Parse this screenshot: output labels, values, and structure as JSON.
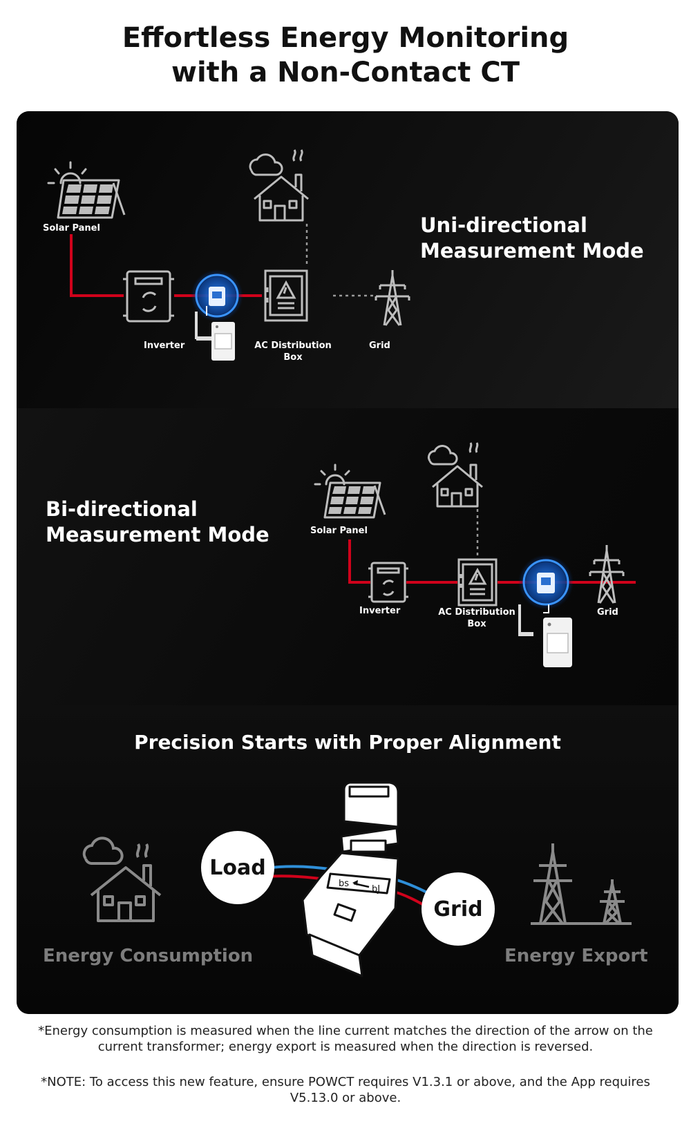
{
  "header": {
    "title_line1": "Effortless Energy Monitoring",
    "title_line2": "with a Non-Contact CT"
  },
  "uni_mode": {
    "title_line1": "Uni-directional",
    "title_line2": "Measurement Mode",
    "labels": {
      "solar_panel": "Solar Panel",
      "inverter": "Inverter",
      "ac_box_line1": "AC Distribution",
      "ac_box_line2": "Box",
      "grid": "Grid"
    }
  },
  "bi_mode": {
    "title_line1": "Bi-directional",
    "title_line2": "Measurement Mode",
    "labels": {
      "solar_panel": "Solar Panel",
      "inverter": "Inverter",
      "ac_box_line1": "AC Distribution",
      "ac_box_line2": "Box",
      "grid": "Grid"
    }
  },
  "alignment": {
    "title": "Precision Starts with Proper Alignment",
    "load_label": "Load",
    "grid_label": "Grid",
    "energy_consumption": "Energy Consumption",
    "energy_export": "Energy Export"
  },
  "notes": {
    "note1": "*Energy consumption is measured when the line current matches the direction of the arrow on the current transformer; energy export is measured when the direction is reversed.",
    "note2": "*NOTE: To access this new feature, ensure POWCT requires V1.3.1 or above, and the App requires V5.13.0 or above."
  },
  "colors": {
    "live_wire": "#d0021b",
    "neutral_wire": "#2f8fd8",
    "icon_stroke": "#bdbdbd",
    "ct_glow": "#1b6fd1"
  },
  "icons": [
    "sun-icon",
    "solar-panel-icon",
    "inverter-icon",
    "ct-clamp-icon",
    "powct-device-icon",
    "ac-distribution-box-icon",
    "house-icon",
    "cloud-icon",
    "transmission-tower-icon"
  ]
}
